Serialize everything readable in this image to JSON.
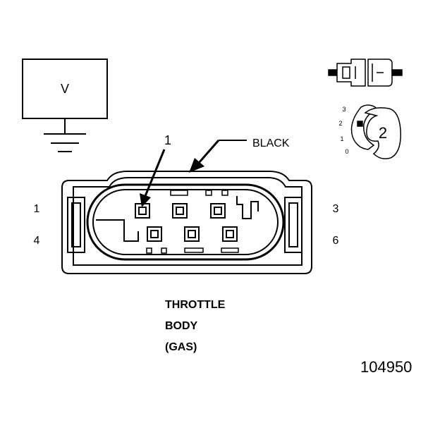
{
  "meter": {
    "label": "V"
  },
  "callouts": {
    "wire_color": "BLACK",
    "item_1": "1",
    "item_2": "2"
  },
  "pins": {
    "top_left": "1",
    "bottom_left": "4",
    "top_right": "3",
    "bottom_right": "6"
  },
  "lock_positions": {
    "p3": "3",
    "p2": "2",
    "p1": "1",
    "p0": "0"
  },
  "component": {
    "line1": "THROTTLE",
    "line2": "BODY",
    "line3": "(GAS)"
  },
  "figure_number": "104950"
}
